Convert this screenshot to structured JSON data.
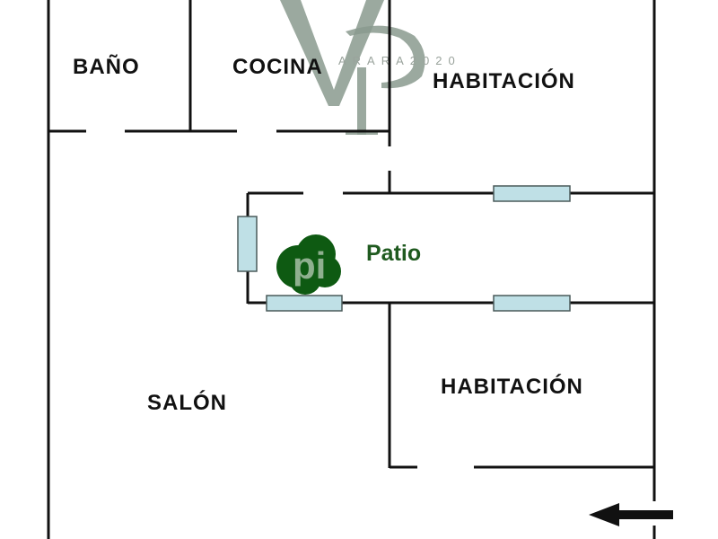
{
  "plan": {
    "rooms": [
      {
        "id": "bano",
        "label": "BAÑO"
      },
      {
        "id": "cocina",
        "label": "COCINA"
      },
      {
        "id": "habitacion-1",
        "label": "HABITACIÓN"
      },
      {
        "id": "patio",
        "label": "Patio"
      },
      {
        "id": "salon",
        "label": "SALÓN"
      },
      {
        "id": "habitacion-2",
        "label": "HABITACIÓN"
      }
    ],
    "entrance_arrow": "arrow-left-icon"
  },
  "watermark": {
    "monogram": "VP",
    "text": "ARARA2020"
  },
  "logo": {
    "text": "pi",
    "color": "#0e5a12"
  },
  "colors": {
    "wall": "#111111",
    "window_fill": "#bfe0e6",
    "patio_text": "#1f5a1f"
  }
}
